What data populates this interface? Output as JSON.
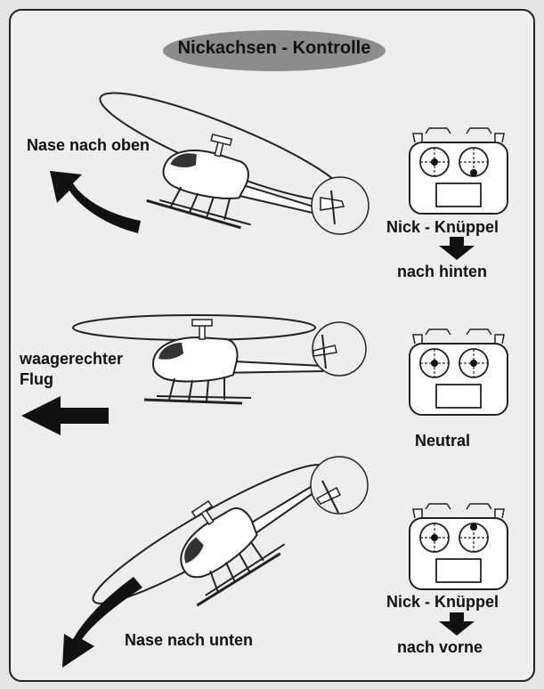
{
  "title": "Nickachsen - Kontrolle",
  "sections": [
    {
      "attitude": "Nase nach oben",
      "stick": "Nick - Knüppel",
      "direction": "nach hinten"
    },
    {
      "attitude_line1": "waagerechter",
      "attitude_line2": "Flug",
      "stick": "Neutral"
    },
    {
      "attitude": "Nase nach unten",
      "stick": "Nick - Knüppel",
      "direction": "nach vorne"
    }
  ],
  "colors": {
    "panel": "#eeeeee",
    "pill": "#8c8c8c",
    "ink": "#111111"
  }
}
